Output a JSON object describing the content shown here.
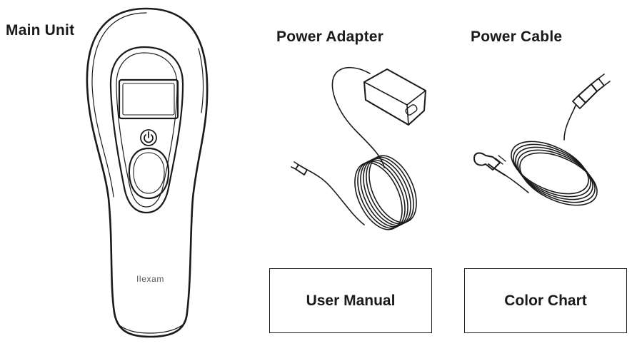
{
  "labels": {
    "main_unit": "Main Unit",
    "power_adapter": "Power Adapter",
    "power_cable": "Power Cable"
  },
  "boxes": {
    "user_manual": "User Manual",
    "color_chart": "Color Chart"
  },
  "device": {
    "brand": "Ilexam",
    "power_icon": "power-icon"
  }
}
